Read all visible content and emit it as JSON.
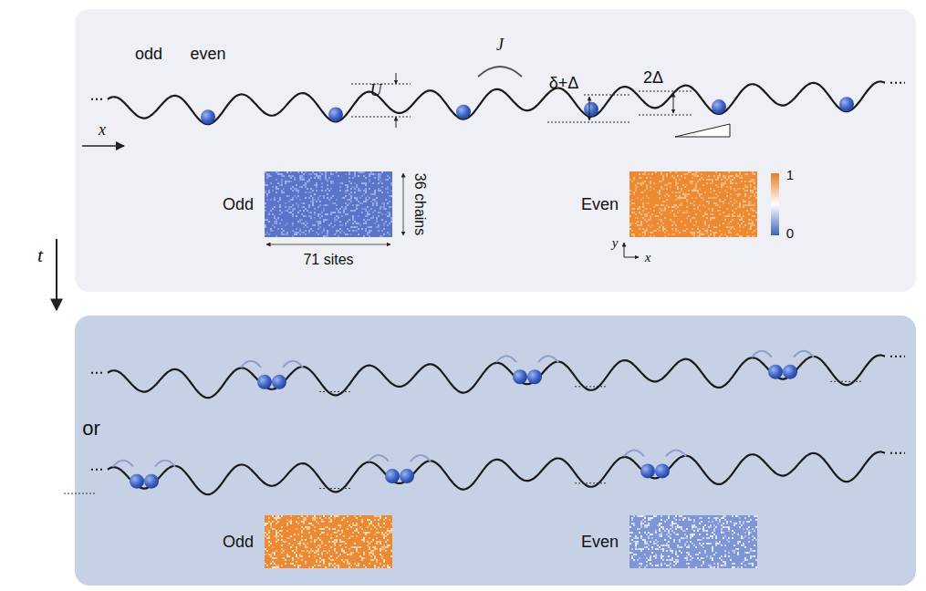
{
  "diagram": {
    "nodes": [
      {
        "text": [
          "Odd"
        ]
      },
      {
        "text": [
          "Even"
        ]
      },
      {
        "text": [
          "Odd"
        ]
      },
      {
        "text": [
          "Even"
        ]
      }
    ],
    "labels": [
      "odd",
      "even",
      "U",
      "J",
      "δ+Δ",
      "2Δ",
      "x",
      "36 chains",
      "71 sites",
      "1",
      "0",
      "y",
      "x",
      "t",
      "or"
    ]
  }
}
